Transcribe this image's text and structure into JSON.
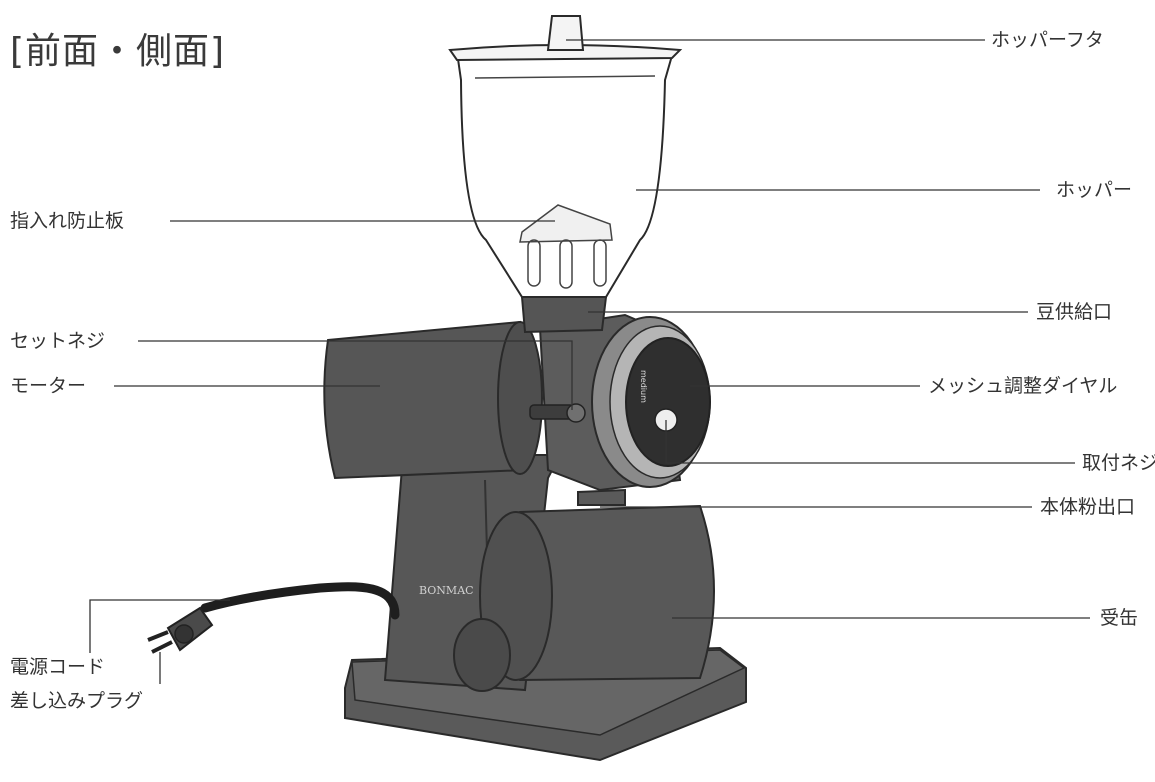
{
  "title": "[前面・側面]",
  "brand": "BONMAC",
  "dial_text": "medium",
  "colors": {
    "body": "#555555",
    "body_dark": "#3f3f3f",
    "hopper_fill": "#ffffff",
    "line": "#333333"
  },
  "labels": {
    "hopper_lid": "ホッパーフタ",
    "hopper": "ホッパー",
    "finger_guard": "指入れ防止板",
    "bean_inlet": "豆供給口",
    "set_screw": "セットネジ",
    "motor": "モーター",
    "mesh_dial": "メッシュ調整ダイヤル",
    "mount_screw": "取付ネジ",
    "powder_outlet": "本体粉出口",
    "power_cord": "電源コード",
    "receiver": "受缶",
    "plug": "差し込みプラグ"
  }
}
